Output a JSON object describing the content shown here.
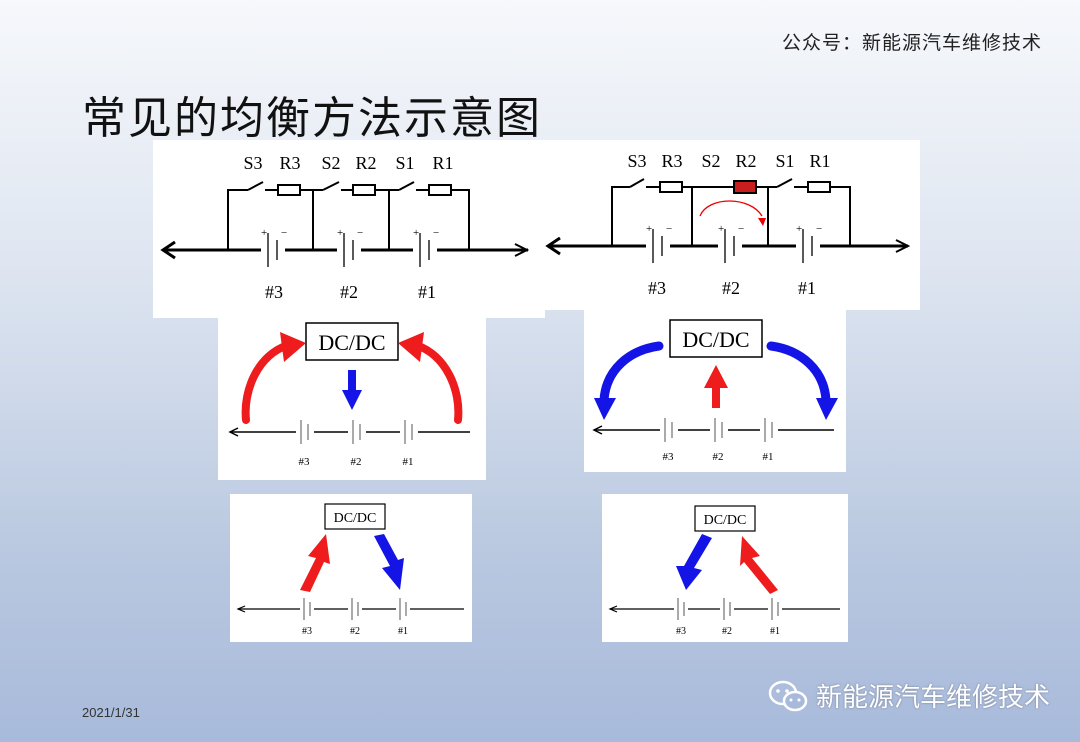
{
  "watermark_top": "公众号：新能源汽车维修技术",
  "title": "常见的均衡方法示意图",
  "date": "2021/1/31",
  "wechat_brand": "新能源汽车维修技术",
  "labels": {
    "s3": "S3",
    "r3": "R3",
    "s2": "S2",
    "r2": "R2",
    "s1": "S1",
    "r1": "R1",
    "c3": "#3",
    "c2": "#2",
    "c1": "#1",
    "dcdc": "DC/DC",
    "plus": "+",
    "minus": "−"
  },
  "colors": {
    "red": "#ee1c1c",
    "blue": "#1414e6",
    "hot_resistor": "#c81e1e"
  }
}
